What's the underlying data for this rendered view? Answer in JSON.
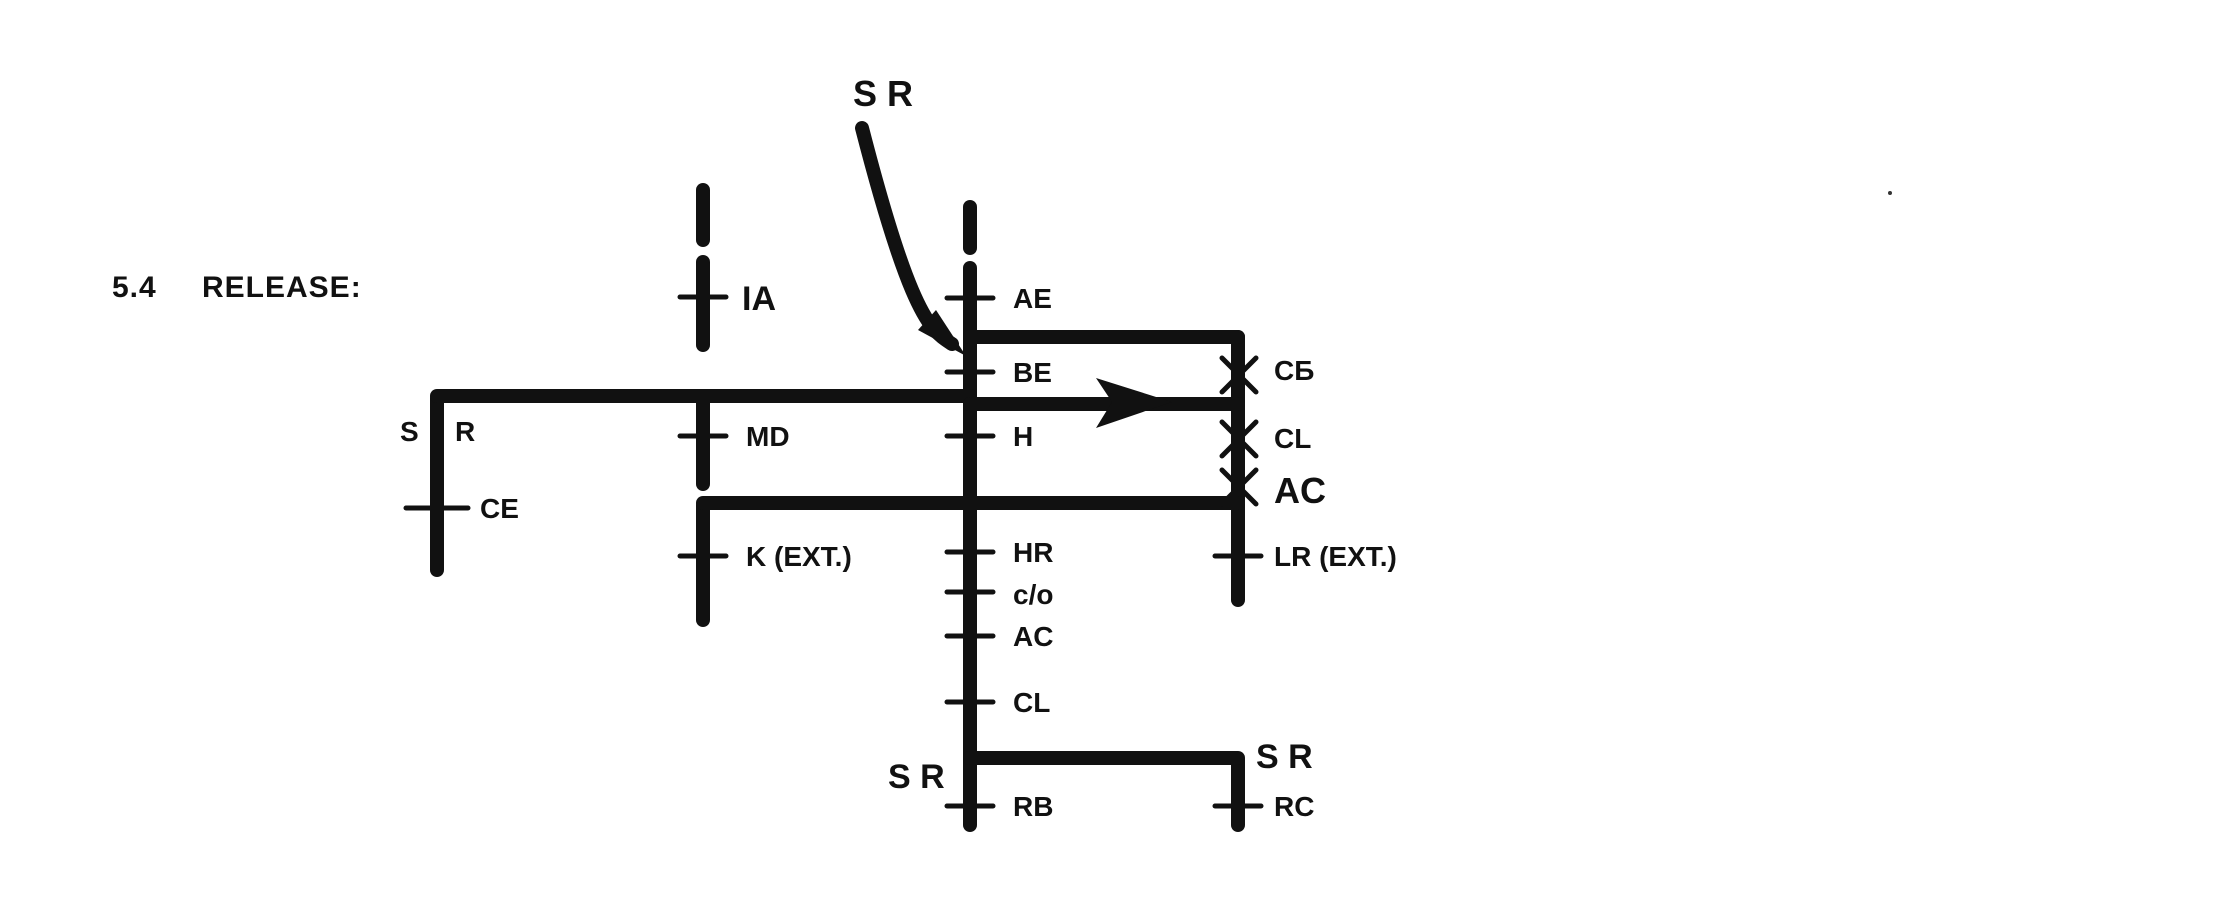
{
  "diagram": {
    "section_number": "5.4",
    "section_title": "RELEASE:",
    "top_label": "S R",
    "left_s": "S",
    "left_r": "R",
    "left_ce": "CE",
    "ia": "IA",
    "md": "MD",
    "k_ext": "K (EXT.)",
    "ae": "AE",
    "be": "BE",
    "h": "H",
    "hr": "HR",
    "co": "c/o",
    "ac_main": "AC",
    "cl_main": "CL",
    "cb": "CБ",
    "cl_right": "CL",
    "ac_right": "AC",
    "lr_ext": "LR (EXT.)",
    "sr_bottom_left": "S R",
    "sr_bottom_right": "S R",
    "rb": "RB",
    "rc": "RC"
  },
  "colors": {
    "ink": "#111111",
    "paper": "#ffffff"
  }
}
